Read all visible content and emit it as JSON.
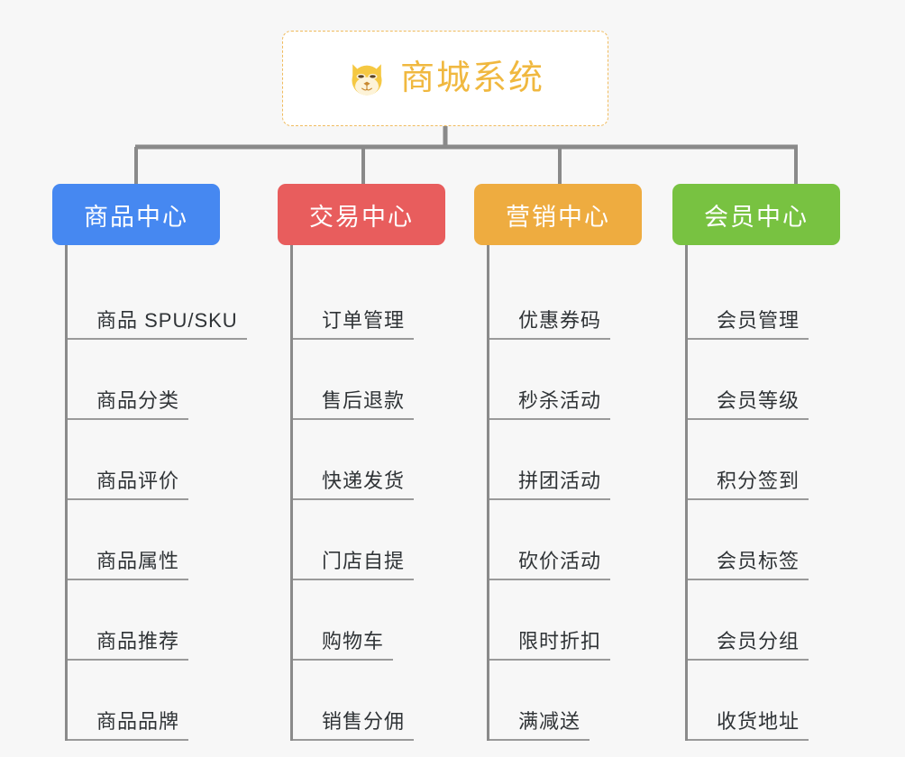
{
  "diagram": {
    "title": "商城系统",
    "root": {
      "label": "商城系统",
      "icon": "shiba-dog-icon",
      "text_color": "#f0b83f",
      "border_color": "#f0bb5d",
      "background": "#ffffff"
    },
    "background_color": "#f7f7f7",
    "connector_color": "#8a8a8a",
    "branches": [
      {
        "label": "商品中心",
        "color": "#4688f1",
        "items": [
          "商品 SPU/SKU",
          "商品分类",
          "商品评价",
          "商品属性",
          "商品推荐",
          "商品品牌"
        ]
      },
      {
        "label": "交易中心",
        "color": "#e85d5d",
        "items": [
          "订单管理",
          "售后退款",
          "快递发货",
          "门店自提",
          "购物车",
          "销售分佣"
        ]
      },
      {
        "label": "营销中心",
        "color": "#eeac40",
        "items": [
          "优惠券码",
          "秒杀活动",
          "拼团活动",
          "砍价活动",
          "限时折扣",
          "满减送"
        ]
      },
      {
        "label": "会员中心",
        "color": "#78c241",
        "items": [
          "会员管理",
          "会员等级",
          "积分签到",
          "会员标签",
          "会员分组",
          "收货地址"
        ]
      }
    ]
  }
}
